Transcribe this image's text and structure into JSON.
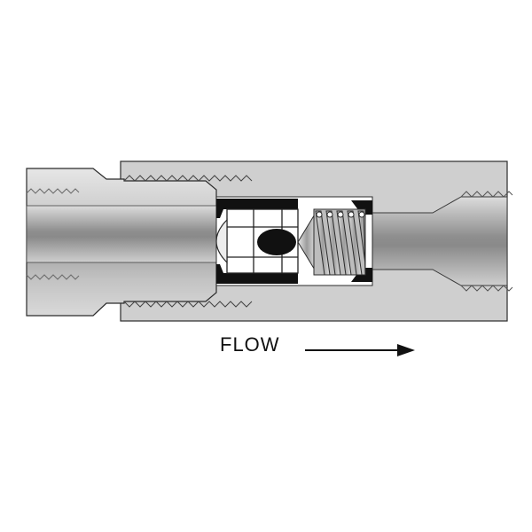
{
  "diagram": {
    "flow_label": "FLOW"
  },
  "colors": {
    "body": "#cfcfcf",
    "outline": "#2b2b2b",
    "seal": "#111111",
    "background": "#ffffff"
  },
  "components": {
    "left_fitting": "gradient-metal-pipe",
    "valve_body": "flat-gray-block",
    "ball": "black-ellipse",
    "spring": "coil-spring",
    "flow_arrow": "arrow-right-icon"
  }
}
